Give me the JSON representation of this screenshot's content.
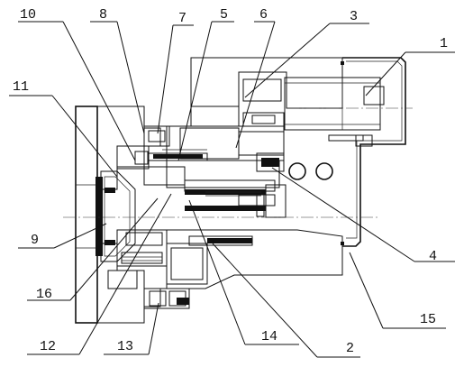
{
  "drawing": {
    "labels": {
      "l1": "1",
      "l2": "2",
      "l3": "3",
      "l4": "4",
      "l5": "5",
      "l6": "6",
      "l7": "7",
      "l8": "8",
      "l9": "9",
      "l10": "10",
      "l11": "11",
      "l12": "12",
      "l13": "13",
      "l14": "14",
      "l15": "15",
      "l16": "16"
    },
    "colors": {
      "ink": "#111111",
      "paper": "#ffffff"
    }
  }
}
